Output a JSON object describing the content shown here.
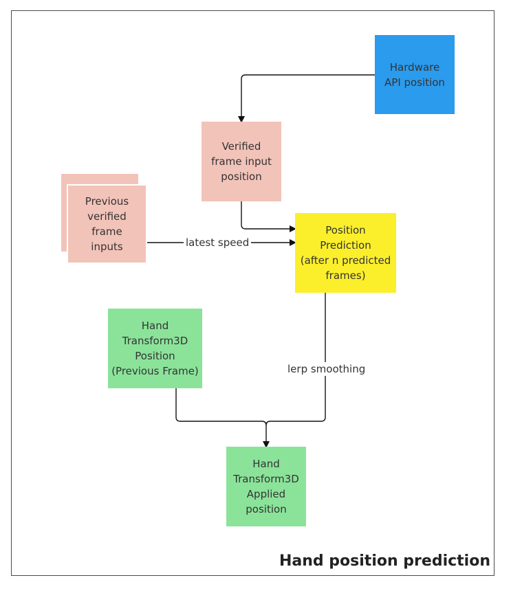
{
  "title": "Hand position prediction",
  "nodes": {
    "hardware": "Hardware\nAPI position",
    "verified": "Verified\nframe input\nposition",
    "previous": "Previous\nverified frame\ninputs",
    "prediction": "Position\nPrediction\n(after n predicted\nframes)",
    "hand_prev": "Hand\nTransform3D\nPosition\n(Previous Frame)",
    "hand_applied": "Hand\nTransform3D\nApplied\nposition"
  },
  "edge_labels": {
    "latest_speed": "latest speed",
    "lerp": "lerp smoothing"
  },
  "colors": {
    "blue": "#2b9bee",
    "pink": "#f2c3b9",
    "yellow": "#fbef2c",
    "green": "#8be39a",
    "stroke": "#111111"
  }
}
